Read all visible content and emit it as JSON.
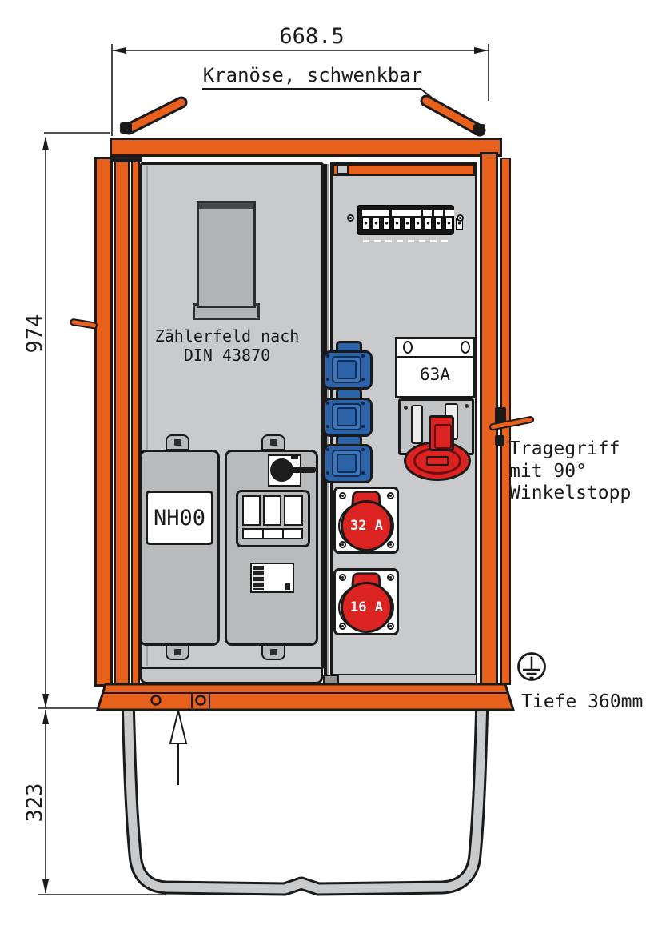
{
  "theme": {
    "orange": "#E7601C",
    "red": "#DB2422",
    "blue": "#2B62A8",
    "door_gray": "#C9CACC",
    "panel_gray": "#B9BABC",
    "steel_gray": "#C9CACC",
    "line": "#1A1A1A"
  },
  "dims": {
    "width": "668.5",
    "height": "974",
    "stand": "323"
  },
  "labels": {
    "crane": "Kranöse, schwenkbar",
    "meter1": "Zählerfeld nach",
    "meter2": "DIN 43870",
    "nh": "NH00",
    "a63": "63A",
    "a32": "32 A",
    "a16": "16 A",
    "handle1": "Tragegriff",
    "handle2": "mit 90°",
    "handle3": "Winkelstopp",
    "depth": "Tiefe 360mm"
  }
}
